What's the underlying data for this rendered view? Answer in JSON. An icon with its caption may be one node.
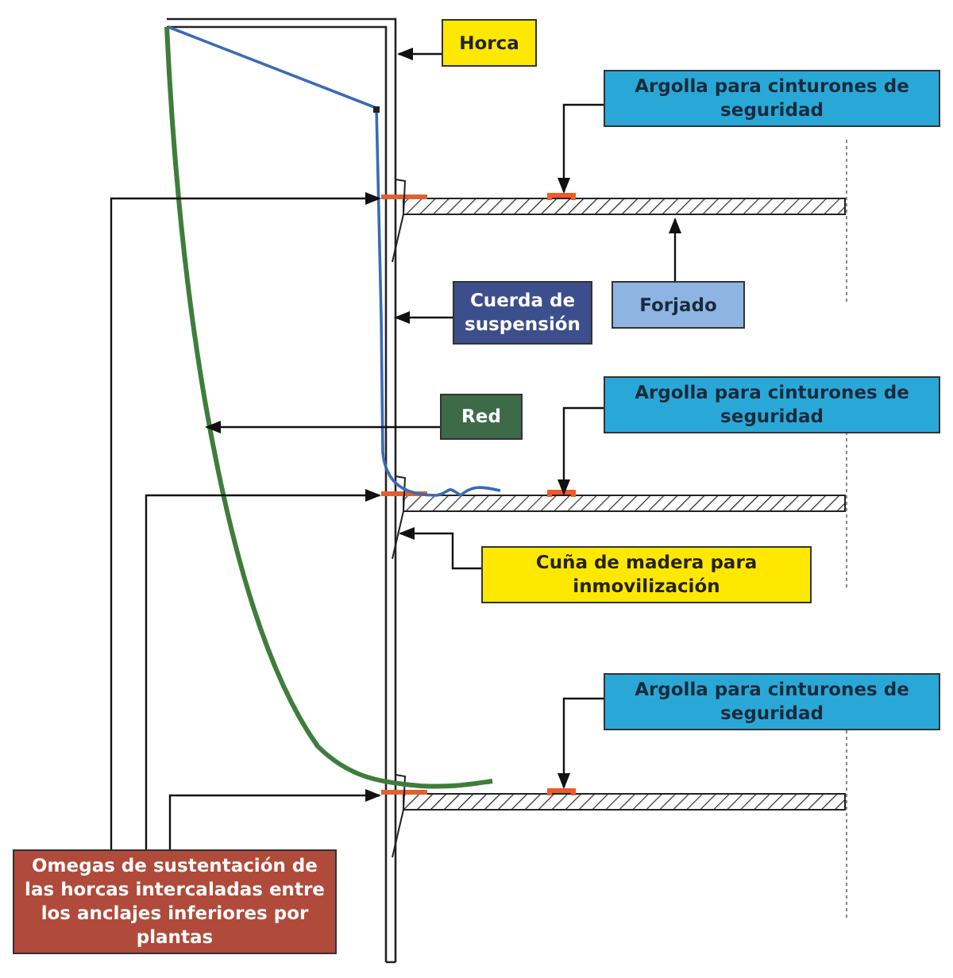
{
  "diagram": {
    "nodes": [
      {
        "text": [
          "Horca"
        ]
      },
      {
        "text": [
          "Argolla para cinturones de seguridad"
        ]
      },
      {
        "text": [
          "Forjado"
        ]
      },
      {
        "text": [
          "Cuerda de suspensión"
        ]
      },
      {
        "text": [
          "Red"
        ]
      },
      {
        "text": [
          "Argolla para cinturones de seguridad"
        ]
      },
      {
        "text": [
          "Cuña de madera para  inmovilización"
        ]
      },
      {
        "text": [
          "Argolla para cinturones de seguridad"
        ]
      },
      {
        "text": [
          "Omegas de sustentación de las horcas intercaladas entre los anclajes inferiores por plantas"
        ]
      }
    ],
    "edges": [
      {
        "from": 0,
        "to": null,
        "arrow": "to"
      },
      {
        "from": 1,
        "to": null,
        "arrow": "to"
      },
      {
        "from": 2,
        "to": null,
        "arrow": "to"
      },
      {
        "from": 3,
        "to": null,
        "arrow": "to"
      },
      {
        "from": 4,
        "to": null,
        "arrow": "to"
      },
      {
        "from": 5,
        "to": null,
        "arrow": "to"
      },
      {
        "from": 6,
        "to": null,
        "arrow": "to"
      },
      {
        "from": 7,
        "to": null,
        "arrow": "to"
      },
      {
        "from": 8,
        "to": null,
        "arrow": "to"
      },
      {
        "from": 8,
        "to": null,
        "arrow": "to"
      },
      {
        "from": 8,
        "to": null,
        "arrow": "to"
      }
    ]
  }
}
